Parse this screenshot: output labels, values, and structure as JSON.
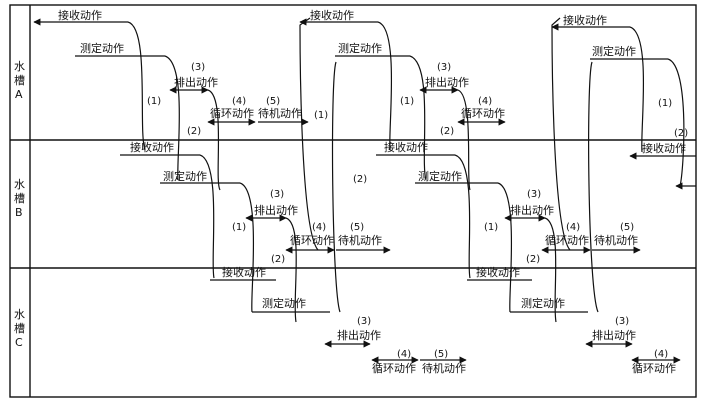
{
  "tanks": [
    {
      "name_line1": "水",
      "name_line2": "槽",
      "name_line3": "A"
    },
    {
      "name_line1": "水",
      "name_line2": "槽",
      "name_line3": "B"
    },
    {
      "name_line1": "水",
      "name_line2": "槽",
      "name_line3": "C"
    }
  ],
  "actions": {
    "receive": "接收动作",
    "measure": "测定动作",
    "discharge": "排出动作",
    "circulate": "循环动作",
    "standby": "待机动作"
  },
  "steps": {
    "s1": "(1)",
    "s2": "(2)",
    "s3": "(3)",
    "s4": "(4)",
    "s5": "(5)"
  }
}
